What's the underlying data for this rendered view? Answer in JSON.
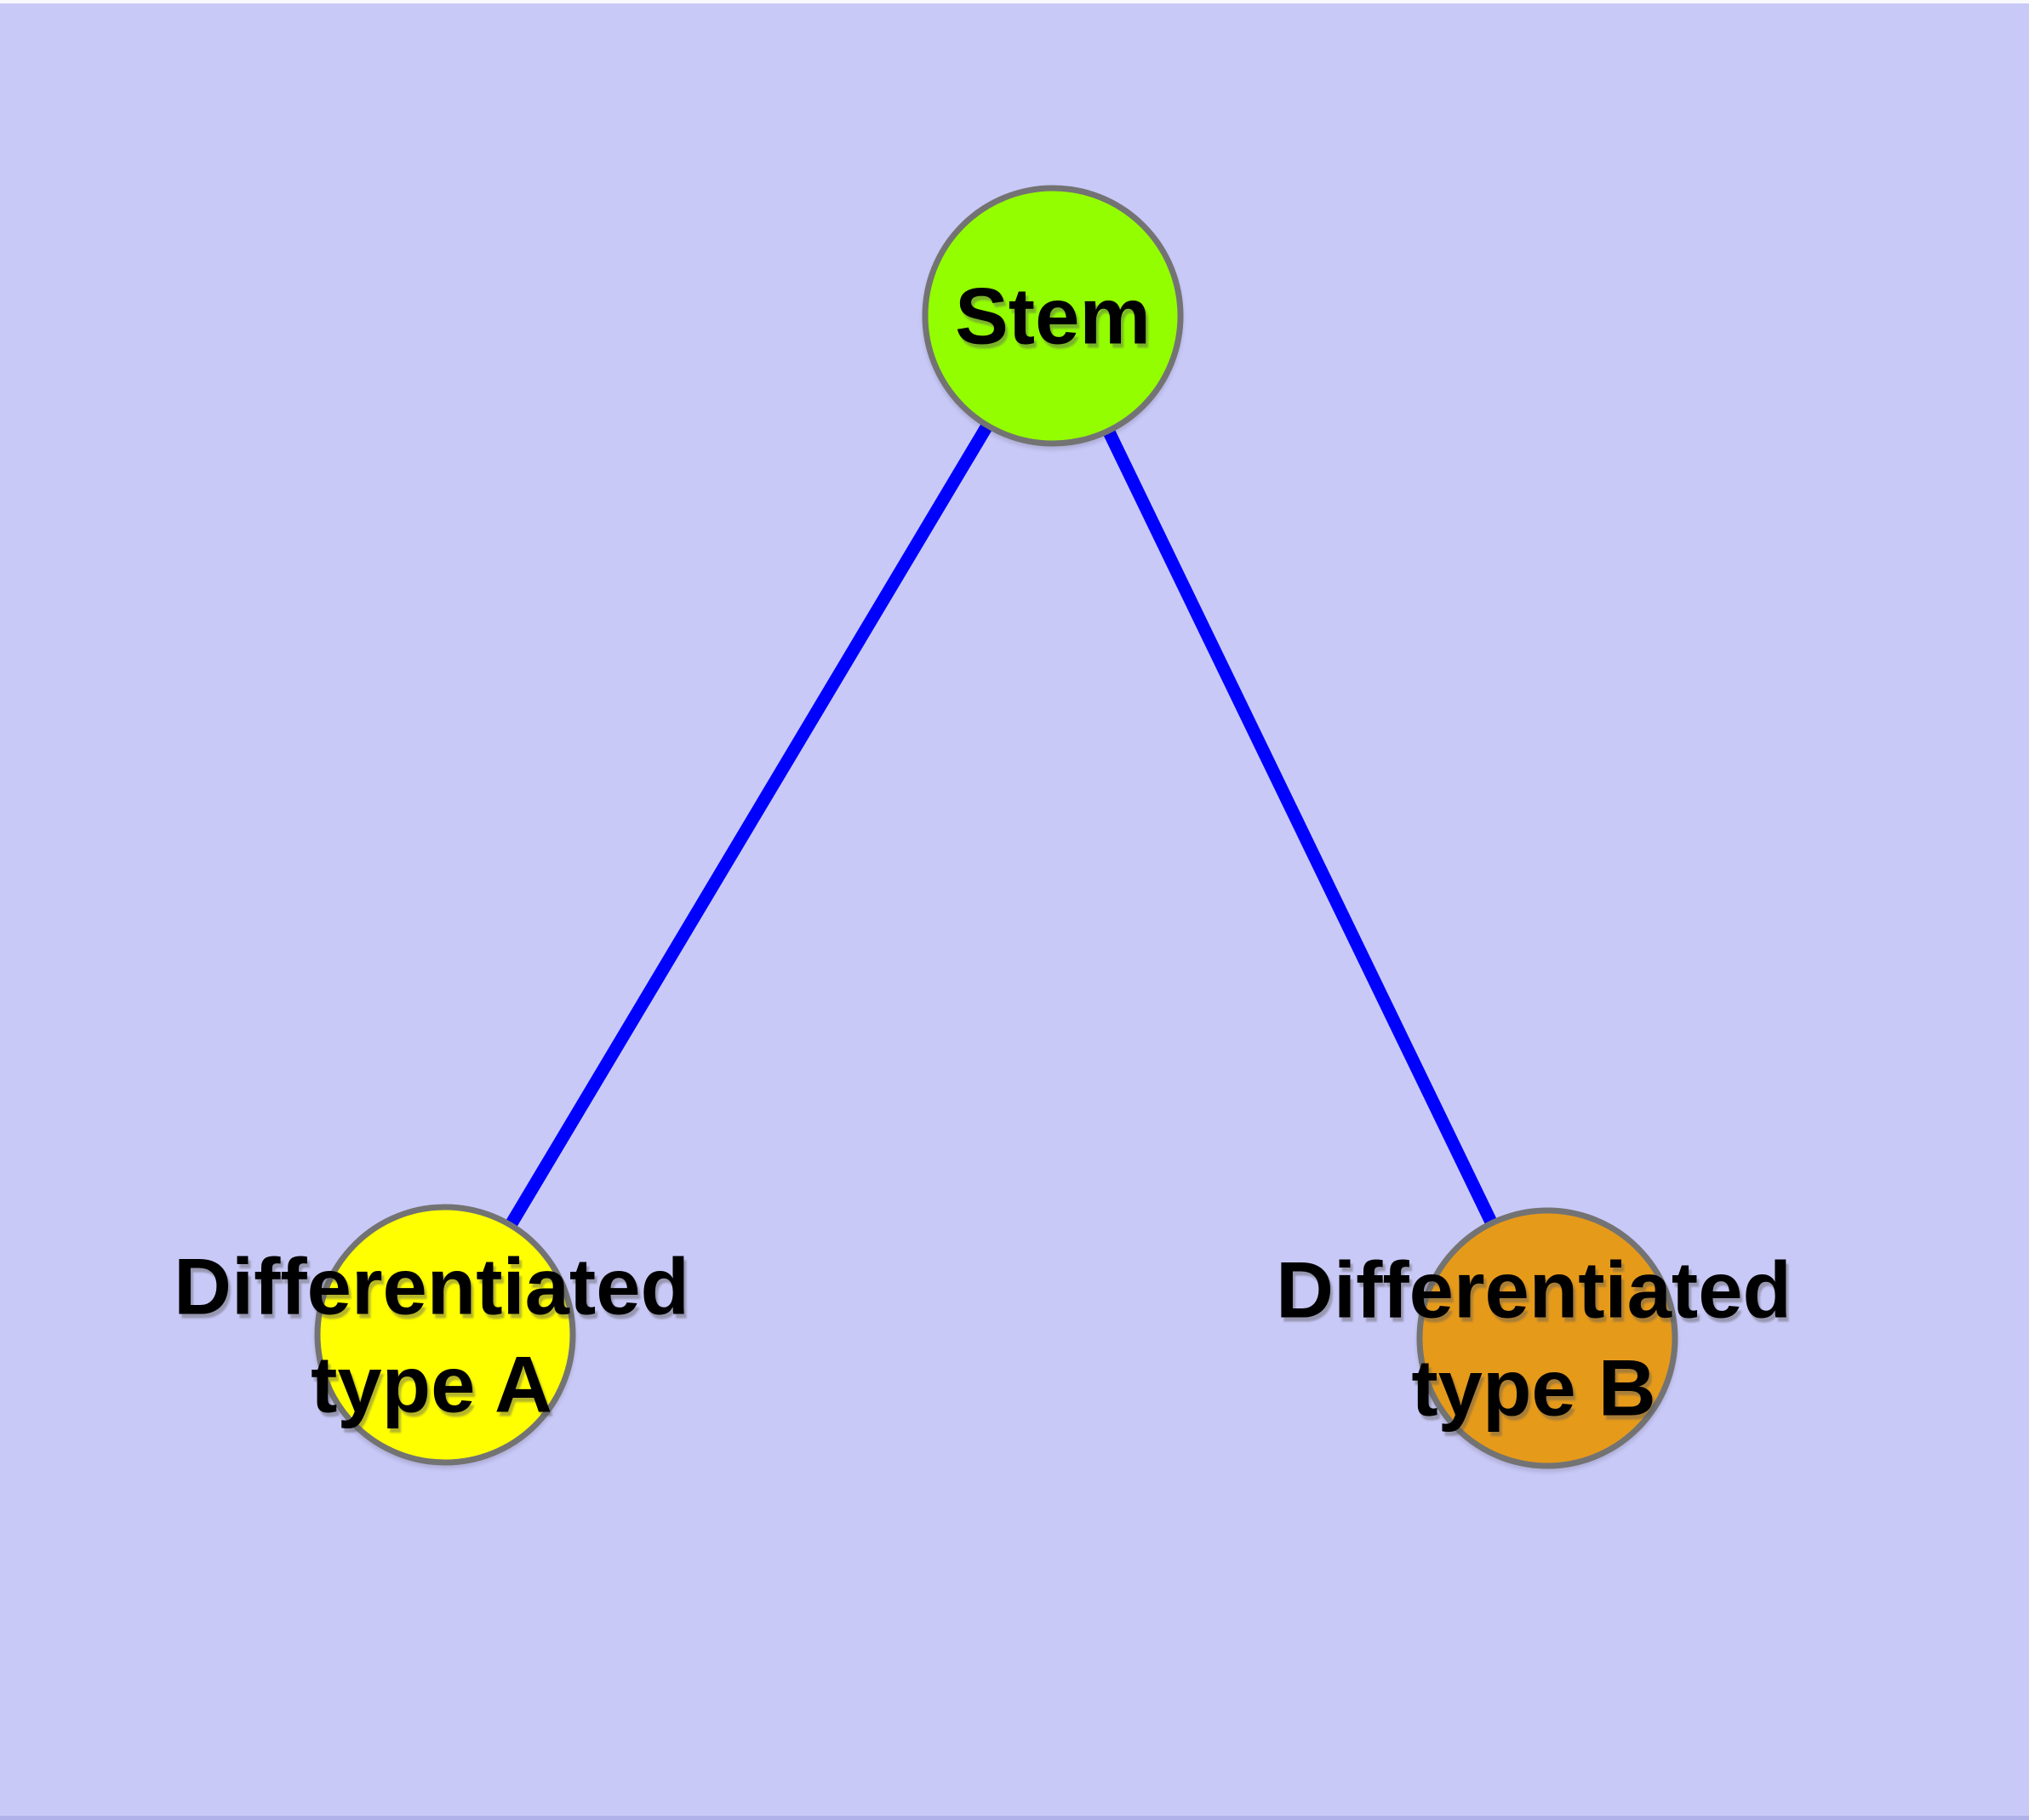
{
  "figure": {
    "background_color": "#C9C9F8",
    "top_strip_color": "#F8F8FD",
    "bottom_strip_color": "#B2B2EA"
  },
  "styles": {
    "edge_color": "#0000FF",
    "node_border_color": "#737373",
    "label_color": "#000000"
  },
  "nodes": [
    {
      "id": "stem",
      "label": "Stem",
      "line1": "Stem",
      "fill": "#93FE00"
    },
    {
      "id": "differentiated-type-a",
      "label": "Differentiated type A",
      "line1": "Differentiated",
      "line2": "type A",
      "fill": "#FFFF00"
    },
    {
      "id": "differentiated-type-b",
      "label": "Differentiated type B",
      "line1": "Differentiated",
      "line2": "type B",
      "fill": "#E69A1A"
    }
  ],
  "edges": [
    {
      "from": "Stem",
      "to": "Differentiated type A"
    },
    {
      "from": "Stem",
      "to": "Differentiated type B"
    }
  ]
}
